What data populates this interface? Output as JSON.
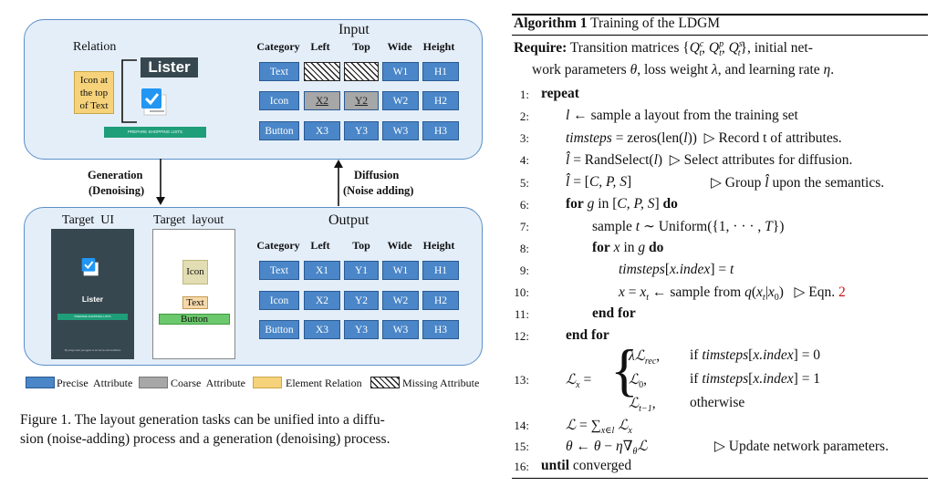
{
  "figure": {
    "input_title": "Input",
    "output_title": "Output",
    "relation_label": "Relation",
    "lister_text": "Lister",
    "relation_note": [
      "Icon at",
      "the top",
      "of Text"
    ],
    "shopping_text": "PREPARE SHOPPING LISTS",
    "columns": [
      "Category",
      "Left",
      "Top",
      "Wide",
      "Height"
    ],
    "input_rows": [
      {
        "category": "Text",
        "left": "",
        "top": "",
        "wide": "W1",
        "height": "H1"
      },
      {
        "category": "Icon",
        "left": "X2",
        "top": "Y2",
        "wide": "W2",
        "height": "H2"
      },
      {
        "category": "Button",
        "left": "X3",
        "top": "Y3",
        "wide": "W3",
        "height": "H3"
      }
    ],
    "output_rows": [
      {
        "category": "Text",
        "left": "X1",
        "top": "Y1",
        "wide": "W1",
        "height": "H1"
      },
      {
        "category": "Icon",
        "left": "X2",
        "top": "Y2",
        "wide": "W2",
        "height": "H2"
      },
      {
        "category": "Button",
        "left": "X3",
        "top": "Y3",
        "wide": "W3",
        "height": "H3"
      }
    ],
    "generation_label": [
      "Generation",
      "(Denoising)"
    ],
    "diffusion_label": [
      "Diffusion",
      "(Noise adding)"
    ],
    "target_ui_label": "Target  UI",
    "target_layout_label": "Target  layout",
    "ui_lister": "Lister",
    "ui_button_text": "PREPARE SHOPPING LISTS",
    "ui_footer_text": "By using Lister you agree to our terms and conditions",
    "layout_icon": "Icon",
    "layout_text": "Text",
    "layout_button": "Button",
    "legend": [
      {
        "label": "Precise  Attribute",
        "color": "#4a86c8"
      },
      {
        "label": "Coarse  Attribute",
        "color": "#a7a7a7"
      },
      {
        "label": "Element Relation",
        "color": "#f6d27a"
      },
      {
        "label": "Missing Attribute",
        "color": "hatch"
      }
    ],
    "caption_line1": "Figure 1. The layout generation tasks can be unified into a diffu-",
    "caption_line2": "sion (noise-adding) process and a generation (denoising) process."
  },
  "algorithm": {
    "title_bold": "Algorithm 1",
    "title_rest": " Training of the LDGM",
    "require_label": "Require:",
    "line_numbers": [
      "1:",
      "2:",
      "3:",
      "4:",
      "5:",
      "6:",
      "7:",
      "8:",
      "9:",
      "10:",
      "11:",
      "12:",
      "13:",
      "14:",
      "15:",
      "16:"
    ],
    "kw_repeat": "repeat",
    "kw_for": "for",
    "kw_in": "in",
    "kw_do": "do",
    "kw_end_for": "end for",
    "kw_until": "until",
    "converged": "converged",
    "comment_record": "Record t of attributes.",
    "comment_select": "Select attributes for diffusion.",
    "comment_group": "Group",
    "comment_group_rest": "upon the semantics.",
    "comment_eqn": "Eqn.",
    "eqn_ref": "2",
    "comment_update": "Update network parameters.",
    "if_text": "if",
    "otherwise": "otherwise"
  },
  "colors": {
    "panel_fill": "#e4eef9",
    "panel_border": "#5b8fc9",
    "precise": "#4a86c8",
    "coarse": "#a7a7a7",
    "relation": "#f6d27a",
    "eqn_ref": "#d01010"
  }
}
